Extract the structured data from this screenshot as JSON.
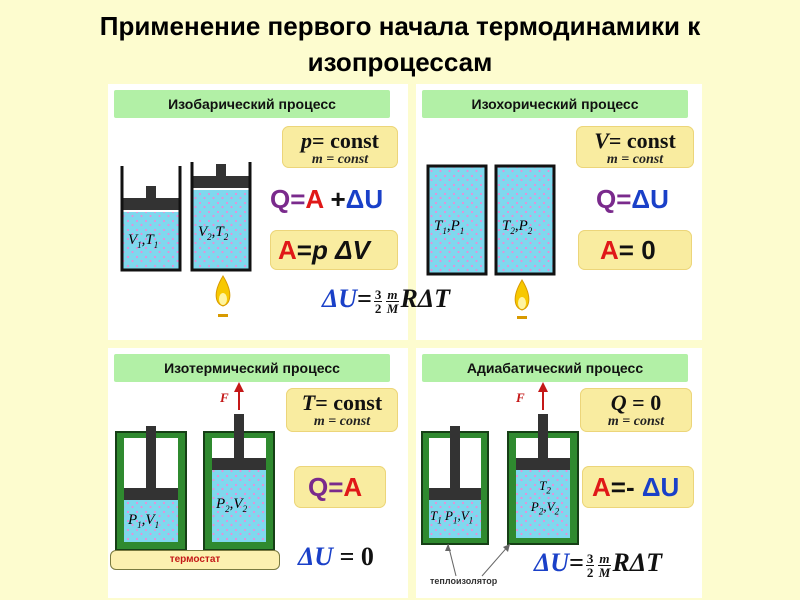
{
  "title": {
    "line1": "Применение первого начала термодинамики к",
    "line2": "изопроцессам"
  },
  "panels": {
    "isobaric": {
      "header": "Изобарический процесс",
      "constant": {
        "symbol": "p",
        "value": "= const",
        "sub": "m = const"
      },
      "first_law": {
        "q": "Q",
        "eq": "=",
        "a": "A",
        "plus": " +",
        "du": "ΔU"
      },
      "work": {
        "a": "A",
        "eq": "=",
        "rhs": "p ΔV"
      },
      "cylinder1": {
        "v": "V",
        "v_sub": "1",
        "t": "T",
        "t_sub": "1"
      },
      "cylinder2": {
        "v": "V",
        "v_sub": "2",
        "t": "T",
        "t_sub": "2"
      }
    },
    "isochoric": {
      "header": "Изохорический процесс",
      "constant": {
        "symbol": "V",
        "value": "= const",
        "sub": "m = const"
      },
      "first_law": {
        "q": "Q",
        "eq": "=",
        "du": "ΔU"
      },
      "work": {
        "a": "A",
        "rhs": "= 0"
      },
      "cylinder1": {
        "t": "T",
        "t_sub": "1",
        "p": "P",
        "p_sub": "1"
      },
      "cylinder2": {
        "t": "T",
        "t_sub": "2",
        "p": "P",
        "p_sub": "2"
      }
    },
    "du_formula_top": {
      "du": "ΔU",
      "eq": "=",
      "num": "3",
      "den": "2",
      "mnum": "m",
      "mden": "M",
      "rhs": "RΔT"
    },
    "isothermal": {
      "header": "Изотермический процесс",
      "constant": {
        "symbol": "T",
        "value": "= const",
        "sub": "m = const"
      },
      "first_law": {
        "q": "Q",
        "eq": "=",
        "a": "A"
      },
      "du": {
        "du": "ΔU",
        "rhs": " = 0"
      },
      "cylinder1": {
        "p": "P",
        "p_sub": "1",
        "v": "V",
        "v_sub": "1"
      },
      "cylinder2": {
        "p": "P",
        "p_sub": "2",
        "v": "V",
        "v_sub": "2"
      },
      "force": "F",
      "thermostat": "термостат"
    },
    "adiabatic": {
      "header": "Адиабатический процесс",
      "constant": {
        "symbol": "Q",
        "value": " = 0",
        "sub": "m = const"
      },
      "work": {
        "a": "A",
        "eq": "=- ",
        "du": "ΔU"
      },
      "du_formula": {
        "du": "ΔU",
        "eq": "=",
        "num": "3",
        "den": "2",
        "mnum": "m",
        "mden": "M",
        "rhs": "RΔT"
      },
      "cylinder1": {
        "t": "T",
        "t_sub": "1",
        "p": "P",
        "p_sub": "1",
        "v": "V",
        "v_sub": "1"
      },
      "cylinder2": {
        "t": "T",
        "t_sub": "2",
        "p": "P",
        "p_sub": "2",
        "v": "V",
        "v_sub": "2"
      },
      "force": "F",
      "insulator": "теплоизолятор"
    }
  },
  "colors": {
    "background": "#fdfccf",
    "header_green": "#b2f0a6",
    "formula_box": "#f9eca0",
    "gas_blue": "#7fd8ee",
    "q_purple": "#7a2a8c",
    "a_red": "#e01818",
    "u_blue": "#1a40c8",
    "wall_green": "#1f6a1f"
  }
}
